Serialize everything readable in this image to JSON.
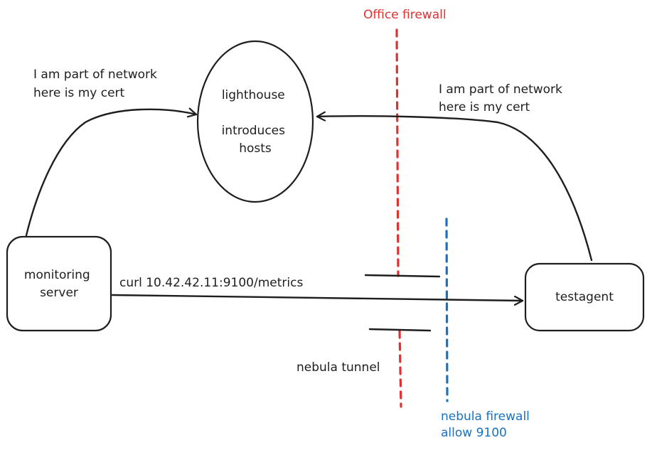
{
  "nodes": {
    "lighthouse": {
      "line1": "lighthouse",
      "line2": "introduces",
      "line3": "hosts"
    },
    "monitoring_server": {
      "line1": "monitoring",
      "line2": "server"
    },
    "testagent": {
      "label": "testagent"
    }
  },
  "edges": {
    "left_to_lighthouse": {
      "line1": "I am part of network",
      "line2": "here is my cert"
    },
    "right_to_lighthouse": {
      "line1": "I am part of network",
      "line2": "here is my cert"
    },
    "curl": {
      "label": "curl 10.42.42.11:9100/metrics"
    }
  },
  "barriers": {
    "office_firewall": {
      "label": "Office firewall",
      "color": "#e03131"
    },
    "nebula_firewall": {
      "line1": "nebula firewall",
      "line2": "allow 9100",
      "color": "#1971c2"
    },
    "nebula_tunnel": {
      "label": "nebula tunnel"
    }
  },
  "colors": {
    "ink": "#1e1e1e"
  }
}
